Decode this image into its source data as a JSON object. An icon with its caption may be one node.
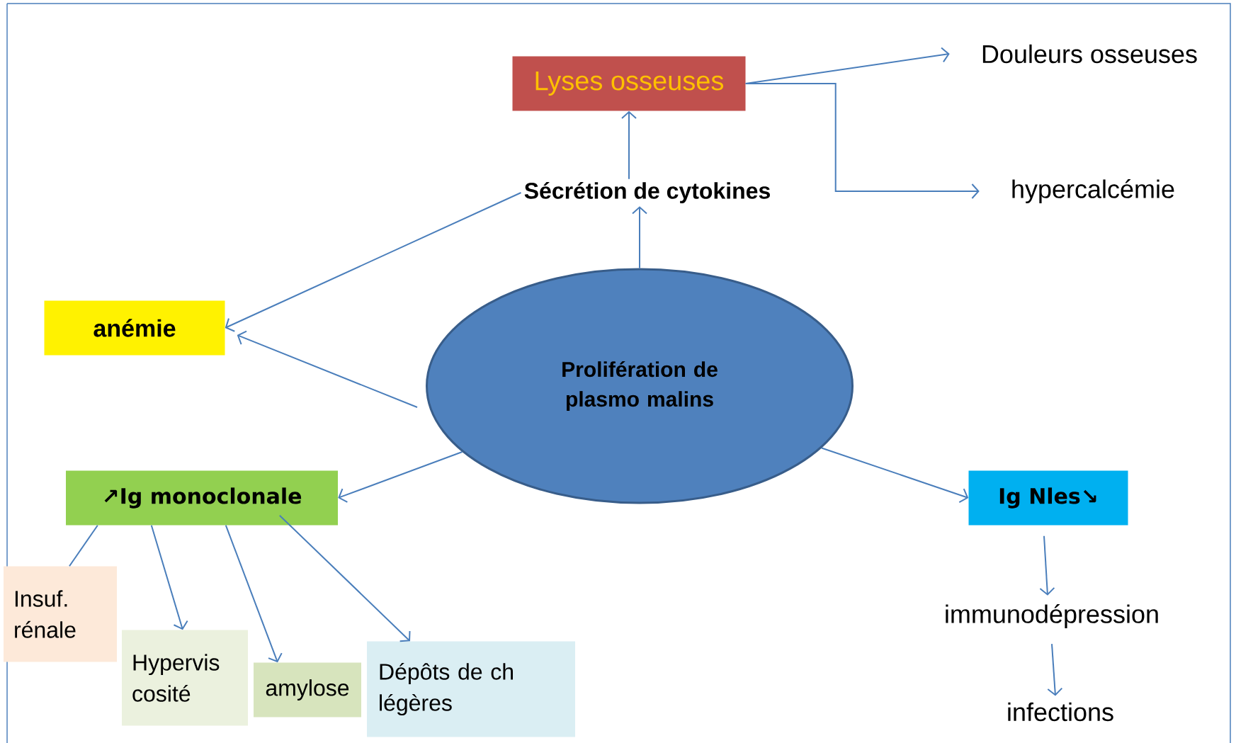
{
  "diagram": {
    "nodes": [
      {
        "text": [
          "Lyses osseuses"
        ]
      },
      {
        "text": [
          "Douleurs osseuses"
        ]
      },
      {
        "text": [
          "Sécrétion de cytokines"
        ]
      },
      {
        "text": [
          "hypercalcémie"
        ]
      },
      {
        "text": [
          "anémie"
        ]
      },
      {
        "text": [
          "Prolifération de plasmo malins"
        ]
      },
      {
        "text": [
          "↗Ig monoclonale"
        ]
      },
      {
        "text": [
          "Ig Nles↘"
        ]
      },
      {
        "text": [
          "Insuf. rénale"
        ]
      },
      {
        "text": [
          "immunodépression"
        ]
      },
      {
        "text": [
          "Hypervis cosité"
        ]
      },
      {
        "text": [
          "amylose"
        ]
      },
      {
        "text": [
          "Dépôts de ch légères"
        ]
      },
      {
        "text": [
          "infections"
        ]
      }
    ],
    "edges": [
      {
        "from": 2,
        "to": 0,
        "arrow": "to"
      },
      {
        "from": 5,
        "to": 2,
        "arrow": "to"
      },
      {
        "from": 0,
        "to": 1,
        "arrow": "to"
      },
      {
        "from": 0,
        "to": 3,
        "arrow": "to"
      },
      {
        "from": 2,
        "to": 4,
        "arrow": "to"
      },
      {
        "from": 5,
        "to": 4,
        "arrow": "to"
      },
      {
        "from": 5,
        "to": 6,
        "arrow": "to"
      },
      {
        "from": 5,
        "to": 7,
        "arrow": "to"
      },
      {
        "from": 6,
        "to": 8,
        "arrow": "none"
      },
      {
        "from": 6,
        "to": 10,
        "arrow": "to"
      },
      {
        "from": 6,
        "to": 11,
        "arrow": "to"
      },
      {
        "from": 6,
        "to": 12,
        "arrow": "to"
      },
      {
        "from": 7,
        "to": 9,
        "arrow": "to"
      },
      {
        "from": 9,
        "to": 13,
        "arrow": "to"
      }
    ]
  }
}
